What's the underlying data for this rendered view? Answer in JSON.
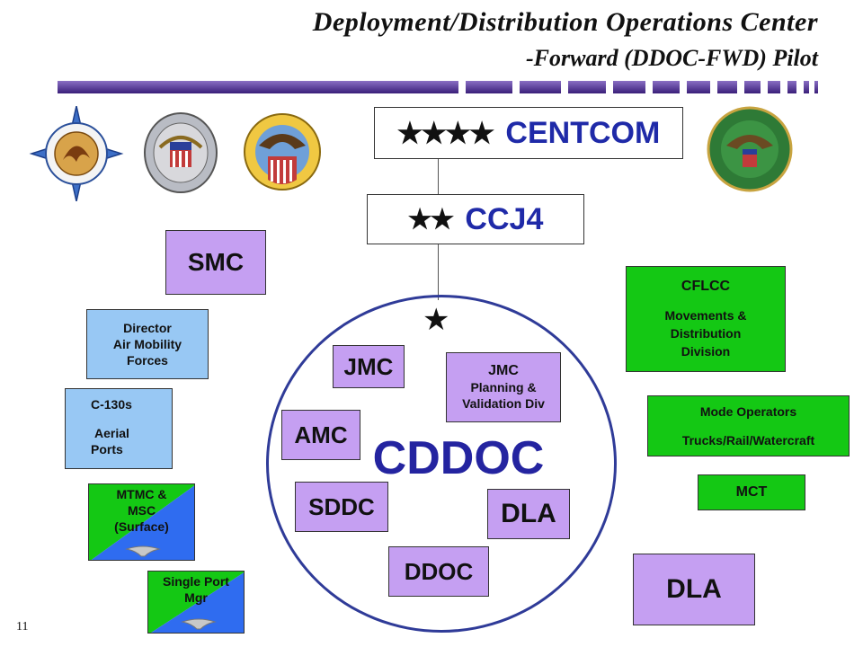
{
  "title": {
    "line1": "Deployment/Distribution  Operations Center",
    "line2": "-Forward (DDOC-FWD) Pilot"
  },
  "command": {
    "centcom": {
      "stars": "★★★★",
      "label": "CENTCOM"
    },
    "ccj4": {
      "stars": "★★",
      "label": "CCJ4"
    },
    "star": "★"
  },
  "left": {
    "smc": "SMC",
    "director": [
      "Director",
      "Air Mobility",
      "Forces"
    ],
    "c130": [
      "C-130s",
      "Aerial",
      "Ports"
    ],
    "mtmc": [
      "MTMC &",
      "MSC",
      "(Surface)"
    ],
    "spm": [
      "Single Port",
      "Mgr"
    ]
  },
  "cddoc": {
    "label": "CDDOC",
    "jmc": "JMC",
    "jmc_planning": [
      "JMC",
      "Planning &",
      "Validation Div"
    ],
    "amc": "AMC",
    "sddc": "SDDC",
    "dla": "DLA",
    "ddoc": "DDOC"
  },
  "right": {
    "cflcc": [
      "CFLCC",
      "Movements &",
      "Distribution",
      "Division"
    ],
    "mode": [
      "Mode Operators",
      "Trucks/Rail/Watercraft"
    ],
    "mct": "MCT",
    "dla": "DLA"
  },
  "page_number": "11",
  "colors": {
    "title_bar": "#4b2a8c",
    "purple_box": "#c59ff2",
    "blue_box": "#98c8f4",
    "green_box": "#14c814",
    "split_blue": "#2f6cf0",
    "command_text": "#1f2aa8",
    "circle": "#2f3b98"
  },
  "seals": [
    "transcom-seal-icon",
    "jcs-seal-icon",
    "dla-seal-icon",
    "centcom-seal-icon"
  ]
}
